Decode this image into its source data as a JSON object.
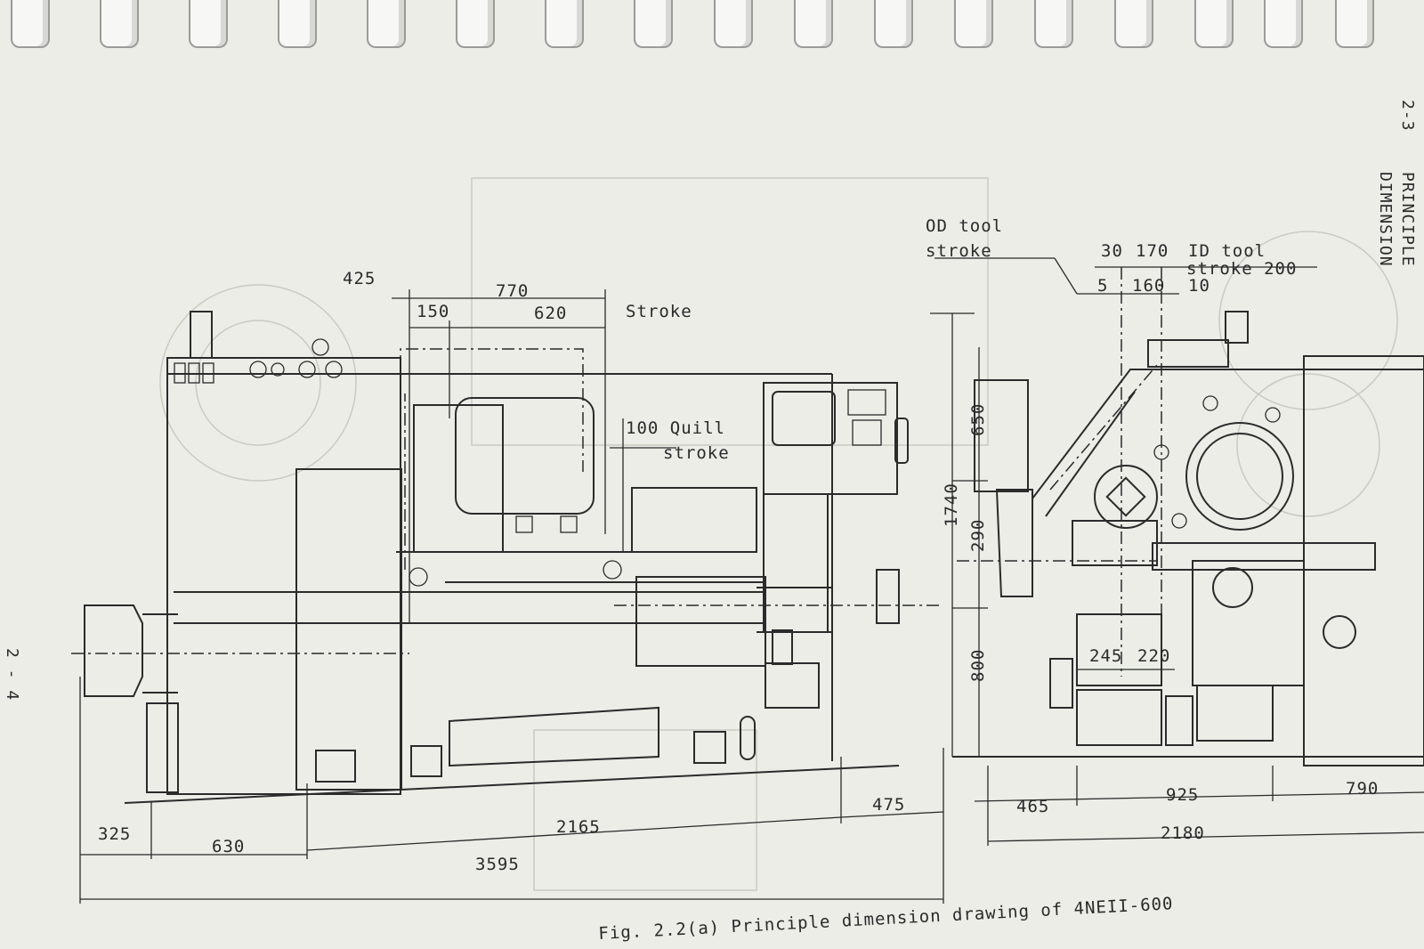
{
  "page": {
    "right_page_number": "2-3",
    "left_page_number": "2 - 4",
    "section_title_line1": "PRINCIPLE",
    "section_title_line2": "DIMENSION",
    "caption": "Fig. 2.2(a)  Principle dimension drawing of 4NEII-600"
  },
  "front_view": {
    "dims": {
      "d425": "425",
      "d770": "770",
      "d150": "150",
      "d620": "620",
      "stroke": "Stroke",
      "quill_1": "100 Quill",
      "quill_2": "stroke",
      "d325": "325",
      "d630": "630",
      "d2165": "2165",
      "d475": "475",
      "d3595": "3595"
    }
  },
  "side_view": {
    "dims": {
      "od_tool_1": "OD tool",
      "od_tool_2": "stroke",
      "d30": "30",
      "d170": "170",
      "id_tool_1": "ID tool",
      "id_tool_2": "stroke  200",
      "d5": "5",
      "d160": "160",
      "d10": "10",
      "d1740": "1740",
      "d650": "650",
      "d290": "290",
      "d800": "800",
      "d245": "245",
      "d220": "220",
      "d465": "465",
      "d925": "925",
      "d790": "790",
      "d2180": "2180"
    }
  },
  "colors": {
    "paper": "#ebede6",
    "ink": "#2b2b2b",
    "binding_ring": "#f7f7f5"
  }
}
